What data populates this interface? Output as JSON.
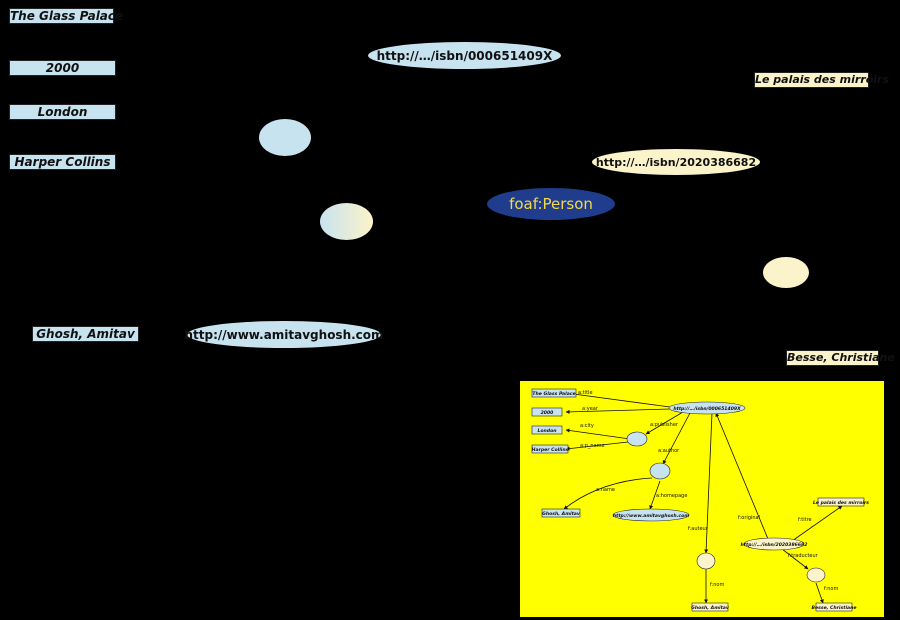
{
  "literals": {
    "title": "The Glass Palace",
    "year": "2000",
    "city": "London",
    "publisher": "Harper Collins",
    "author_name": "Ghosh, Amitav",
    "french_title": "Le palais des mirroirs",
    "translator_name": "Besse, Christiane"
  },
  "uris": {
    "english_isbn": "http://…/isbn/000651409X",
    "french_isbn": "http://…/isbn/2020386682",
    "homepage": "http://www.amitavghosh.com"
  },
  "classes": {
    "person": "foaf:Person"
  },
  "thumbnail": {
    "literals": {
      "title": "The Glass Palace",
      "year": "2000",
      "city": "London",
      "publisher": "Harper Collins",
      "author_name": "Ghosh, Amitav",
      "french_title": "Le palais des mirroirs",
      "auteur_name": "Ghosh, Amitav",
      "translator_name": "Besse, Christiane"
    },
    "uris": {
      "english_isbn": "http://…/isbn/000651409X",
      "french_isbn": "http://…/isbn/2020386682",
      "homepage": "http://www.amitavghosh.com"
    },
    "edges": {
      "title": "a:title",
      "year": "a:year",
      "publisher": "a:publisher",
      "city": "a:city",
      "p_name": "a:p_name",
      "author": "a:author",
      "name": "a:name",
      "homepage": "a:homepage",
      "auteur": "f:auteur",
      "original": "f:original",
      "titre": "f:titre",
      "traducteur": "f:traducteur",
      "nom_auteur": "f:nom",
      "nom_traducteur": "f:nom"
    },
    "colors": {
      "background": "#ffff00"
    }
  },
  "colors": {
    "background": "#000000",
    "light_blue": "#c8e3f0",
    "cream": "#fbf3c9",
    "navy": "#1f3d8c",
    "navy_text": "#f4d94a"
  }
}
